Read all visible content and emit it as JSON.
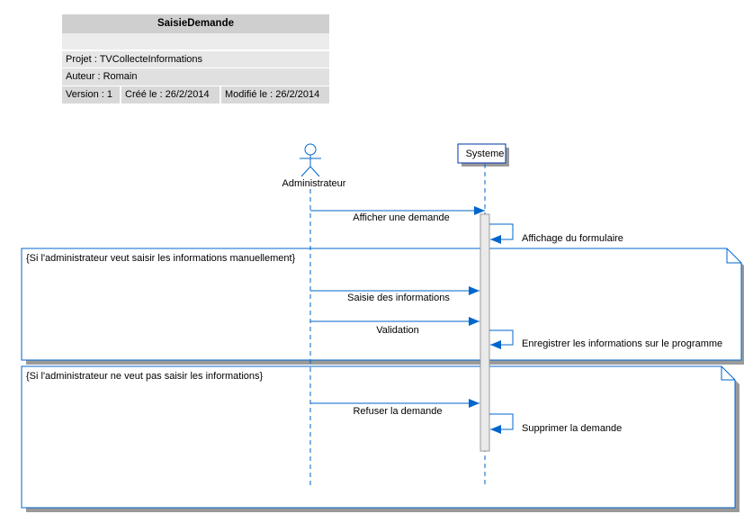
{
  "header": {
    "title": "SaisieDemande",
    "project": "Projet : TVCollecteInformations",
    "author": "Auteur : Romain",
    "version": "Version : 1",
    "created": "Créé le : 26/2/2014",
    "modified": "Modifié le : 26/2/2014"
  },
  "actors": {
    "actor_name": "Administrateur",
    "system_name": "Systeme"
  },
  "messages": {
    "afficher": "Afficher une demande",
    "affichage": "Affichage du formulaire",
    "saisie": "Saisie des informations",
    "validation": "Validation",
    "enregistrer": "Enregistrer les informations sur le programme",
    "refuser": "Refuser la demande",
    "supprimer": "Supprimer la demande"
  },
  "fragments": {
    "guard1": "{Si l'administrateur veut saisir les informations manuellement}",
    "guard2": "{Si l'administrateur ne veut pas saisir les informations}"
  },
  "colors": {
    "line": "#0066cc",
    "box_border": "#0033aa",
    "activation": "#eaeaea",
    "shadow": "#9a9a9a"
  }
}
